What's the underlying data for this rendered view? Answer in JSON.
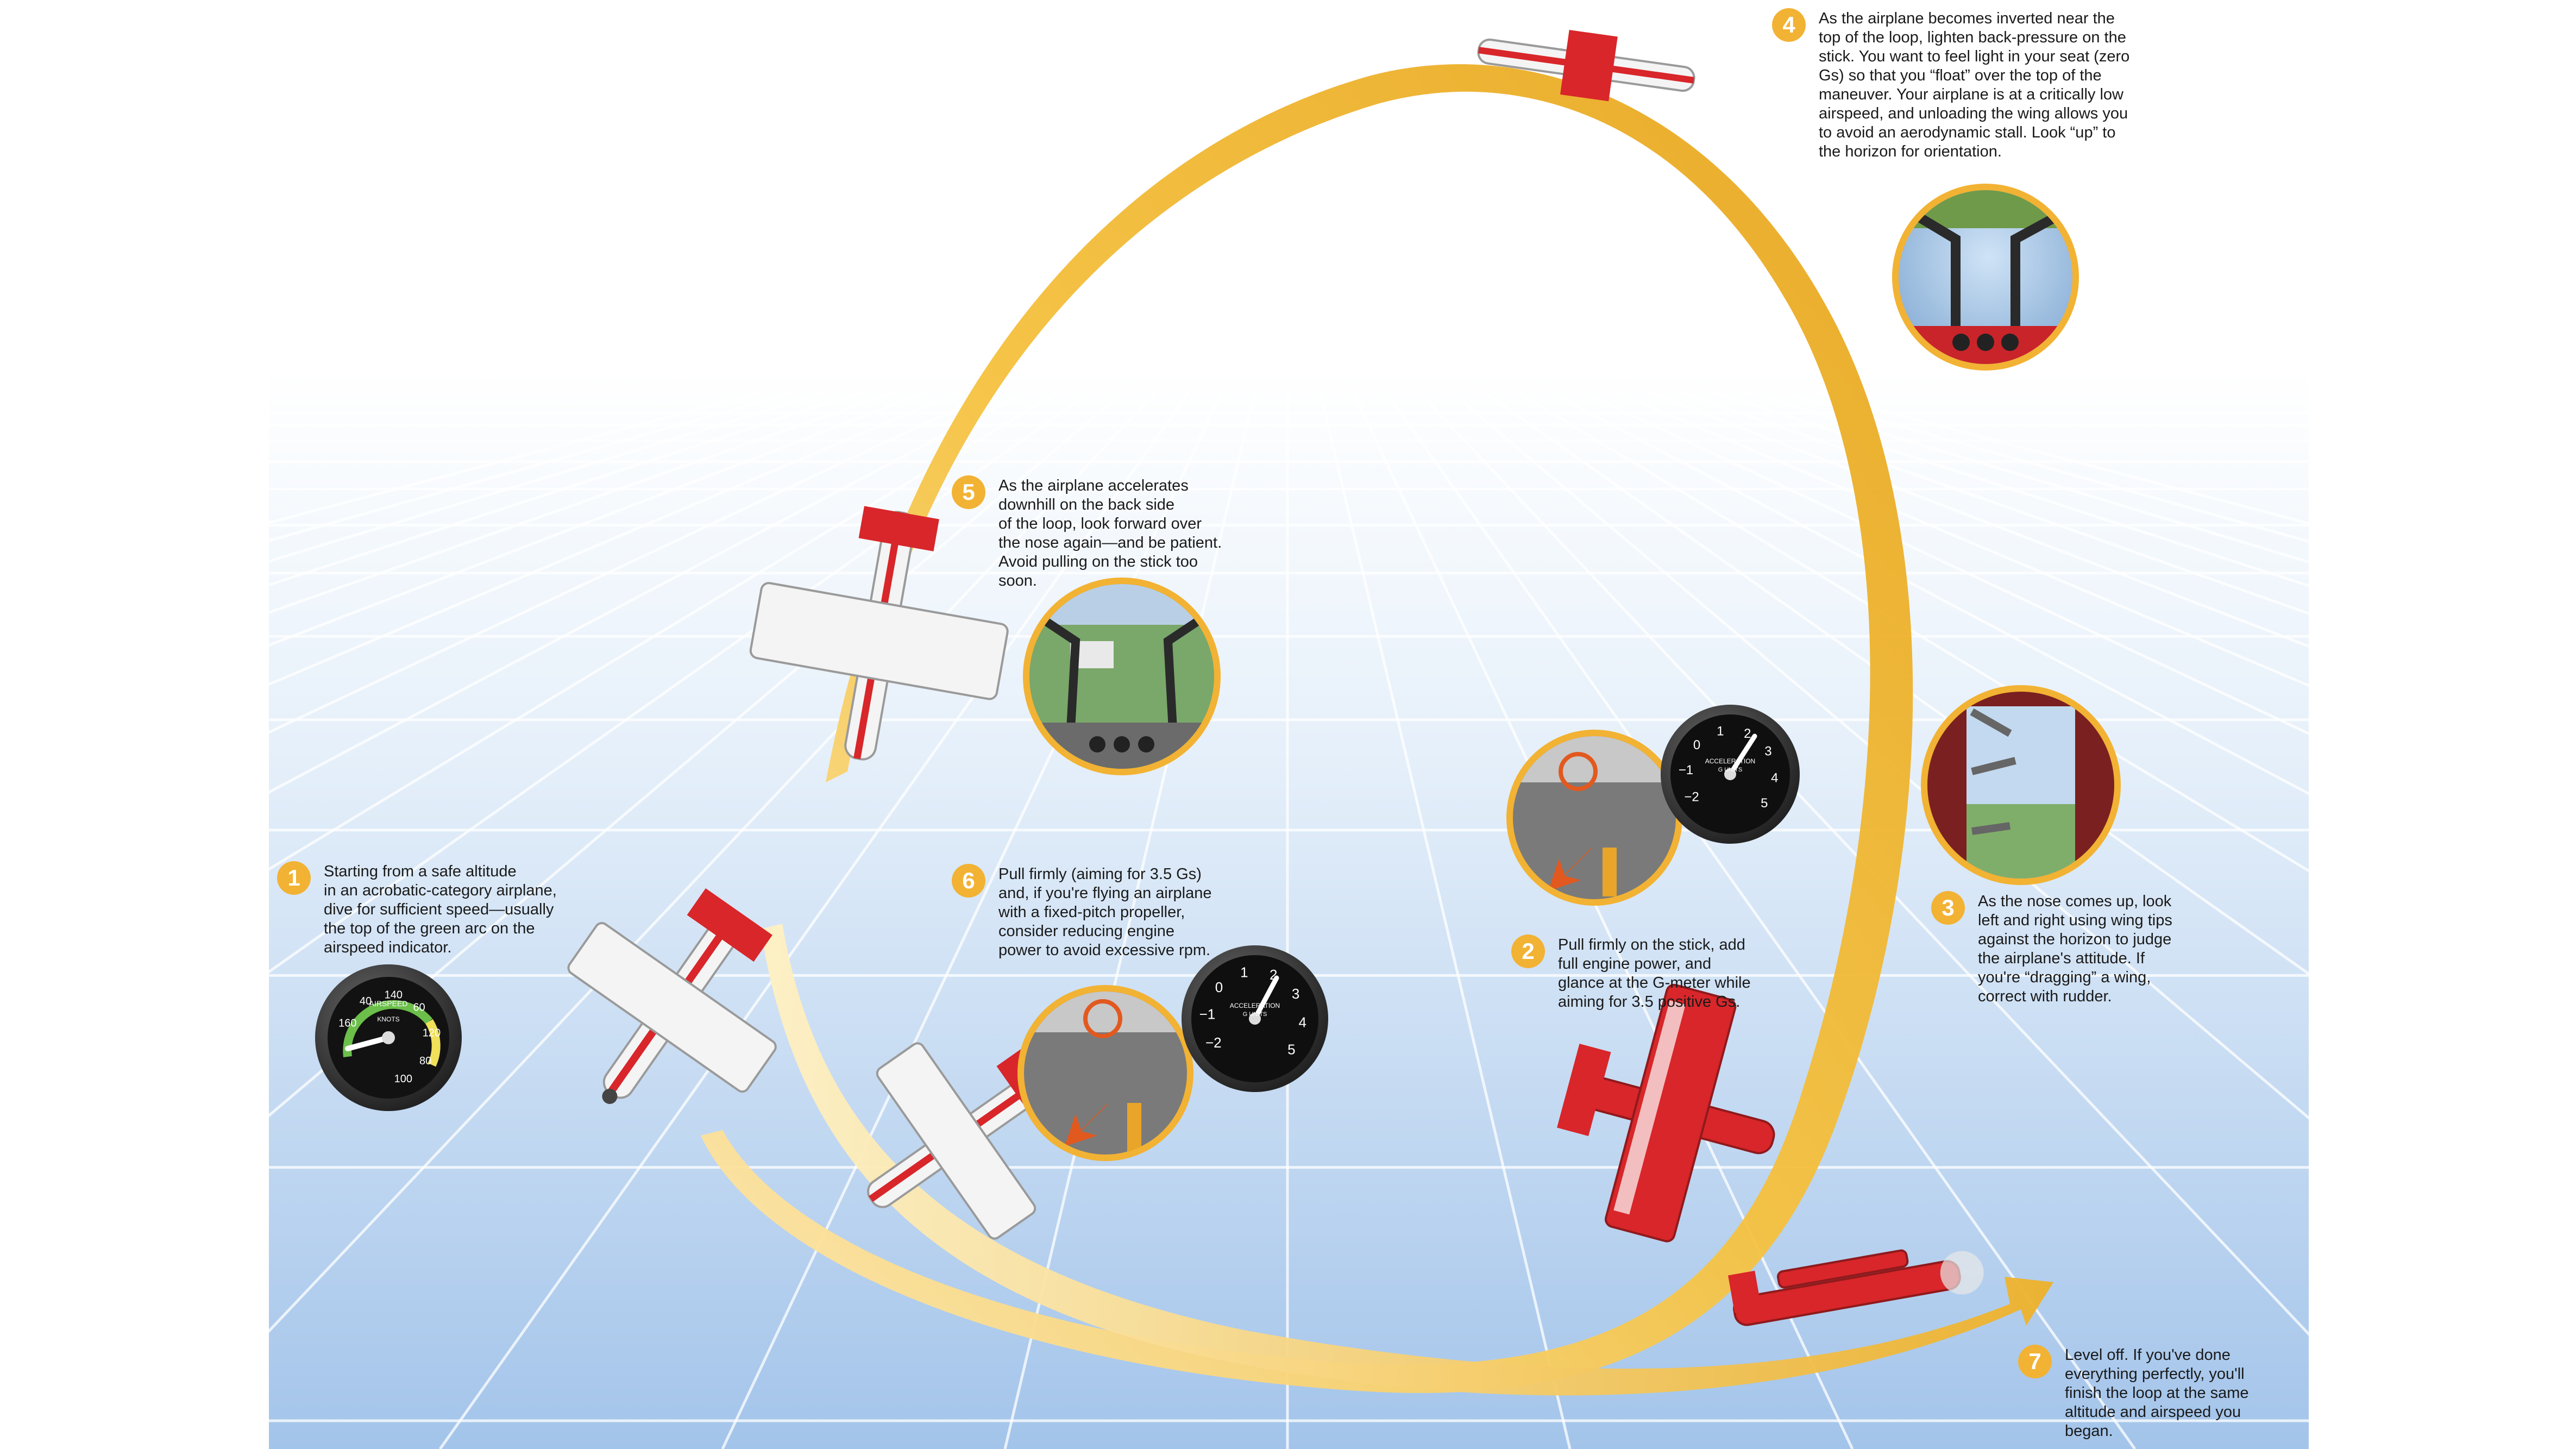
{
  "colors": {
    "accent": "#f2b233",
    "ribbon_start": "#ffe7a6",
    "ribbon_end": "#e9a81e",
    "sky_top": "#ffffff",
    "sky_bottom": "#a9c9ec",
    "plane_red": "#d8262a",
    "plane_white": "#f4f4f4",
    "gauge_face": "#121212"
  },
  "airspeed_gauge": {
    "label": "AIRSPEED",
    "units": "KNOTS",
    "ticks": [
      "160",
      "40",
      "140",
      "60",
      "120",
      "80",
      "100"
    ]
  },
  "g_meter": {
    "label": "ACCELERATION",
    "units": "G UNITS",
    "ticks": [
      "−2",
      "−1",
      "0",
      "1",
      "2",
      "3",
      "4",
      "5"
    ]
  },
  "steps": [
    {
      "number": "1",
      "text": "Starting from a safe altitude\nin an acrobatic-category airplane,\ndive for sufficient speed—usually\nthe top of the green arc on the\nairspeed indicator."
    },
    {
      "number": "2",
      "text": "Pull firmly on the stick, add\nfull engine power, and\nglance at the G-meter while\naiming for 3.5 positive Gs."
    },
    {
      "number": "3",
      "text": "As the nose comes up, look\nleft and right using wing tips\nagainst the horizon to judge\nthe airplane's attitude. If\nyou're “dragging” a wing,\ncorrect with rudder."
    },
    {
      "number": "4",
      "text": "As the airplane becomes inverted near the\ntop of the loop, lighten back-pressure on the\nstick. You want to feel light in your seat (zero\nGs) so that you “float” over the top of the\nmaneuver. Your airplane is at a critically low\nairspeed, and unloading the wing allows you\nto avoid an aerodynamic stall. Look “up” to\nthe horizon for orientation."
    },
    {
      "number": "5",
      "text": "As the airplane accelerates\ndownhill on the back side\nof the loop, look forward over\nthe nose again—and be patient.\nAvoid pulling on the stick too\nsoon."
    },
    {
      "number": "6",
      "text": "Pull firmly (aiming for 3.5 Gs)\nand, if you're flying an airplane\nwith a fixed-pitch propeller,\nconsider reducing engine\npower to avoid excessive rpm."
    },
    {
      "number": "7",
      "text": "Level off. If you've done\neverything perfectly, you'll\nfinish the loop at the same\naltitude and airspeed you\nbegan."
    }
  ]
}
